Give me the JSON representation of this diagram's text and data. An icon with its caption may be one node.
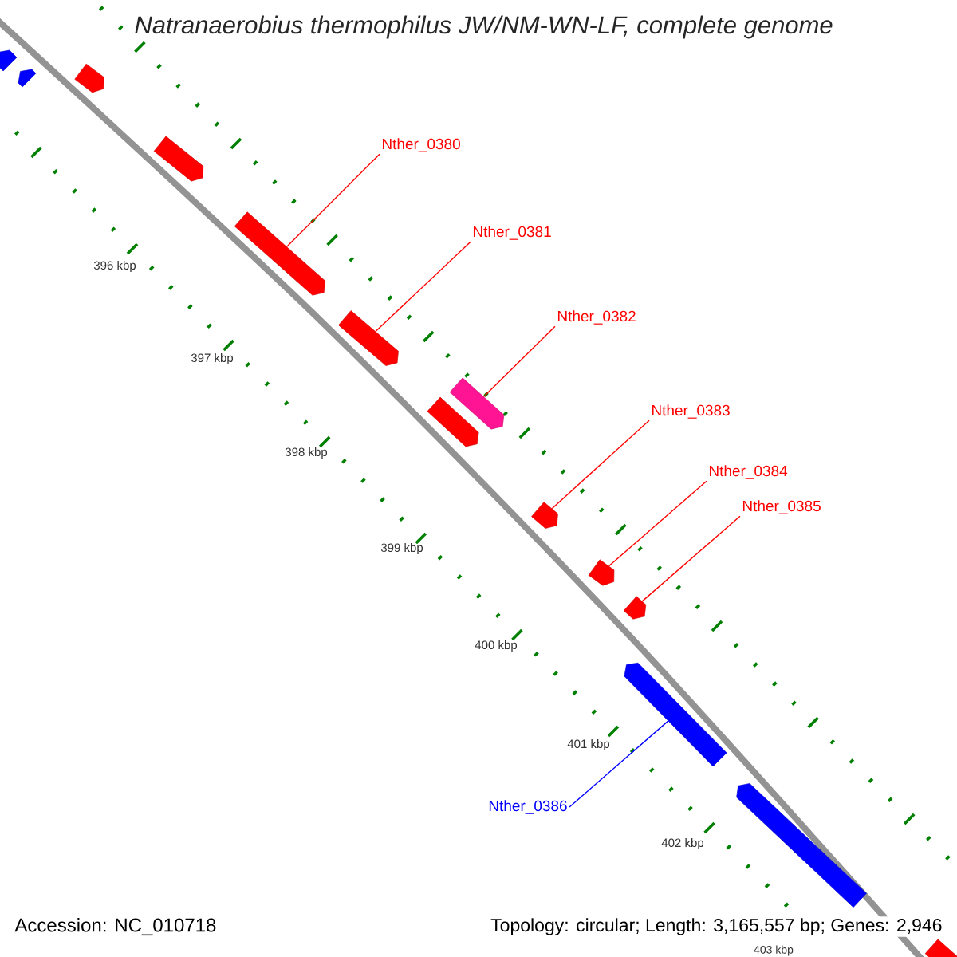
{
  "diagram": {
    "title": "Natranaerobius thermophilus JW/NM-WN-LF, complete genome",
    "nodes": [
      {
        "text": [
          "Nther_0380"
        ]
      },
      {
        "text": [
          "Nther_0381"
        ]
      },
      {
        "text": [
          "Nther_0382"
        ]
      },
      {
        "text": [
          "Nther_0383"
        ]
      },
      {
        "text": [
          "Nther_0384"
        ]
      },
      {
        "text": [
          "Nther_0385"
        ]
      },
      {
        "text": [
          "Nther_0386"
        ]
      },
      {
        "text": [],
        "shape": "bar"
      },
      {
        "text": [],
        "shape": "bar"
      },
      {
        "text": [],
        "shape": "bar"
      },
      {
        "text": [],
        "shape": "bar"
      },
      {
        "text": [],
        "shape": "bar"
      },
      {
        "text": [],
        "shape": "bar"
      },
      {
        "text": [],
        "shape": "bar"
      },
      {
        "text": [],
        "shape": "bar"
      },
      {
        "text": [],
        "shape": "bar"
      },
      {
        "text": [],
        "shape": "bar"
      },
      {
        "text": [],
        "shape": "bar"
      },
      {
        "text": [],
        "shape": "bar"
      },
      {
        "text": [],
        "shape": "bar"
      },
      {
        "text": [],
        "shape": "bar"
      }
    ],
    "edges": [
      {
        "from": 0,
        "to": 11,
        "arrow": "none"
      },
      {
        "from": 1,
        "to": 12,
        "arrow": "none"
      },
      {
        "from": 2,
        "to": 13,
        "arrow": "none"
      },
      {
        "from": 3,
        "to": 15,
        "arrow": "none"
      },
      {
        "from": 4,
        "to": 16,
        "arrow": "none"
      },
      {
        "from": 5,
        "to": 17,
        "arrow": "none"
      },
      {
        "from": 6,
        "to": 18,
        "arrow": "none",
        "color": "#0000ff"
      }
    ],
    "labels": [
      "396 kbp",
      "397 kbp",
      "398 kbp",
      "399 kbp",
      "400 kbp",
      "401 kbp",
      "402 kbp",
      "403 kbp",
      "Accession: NC_010718",
      "Topology: circular; Length: 3,165,557 bp; Genes: 2,946"
    ]
  }
}
